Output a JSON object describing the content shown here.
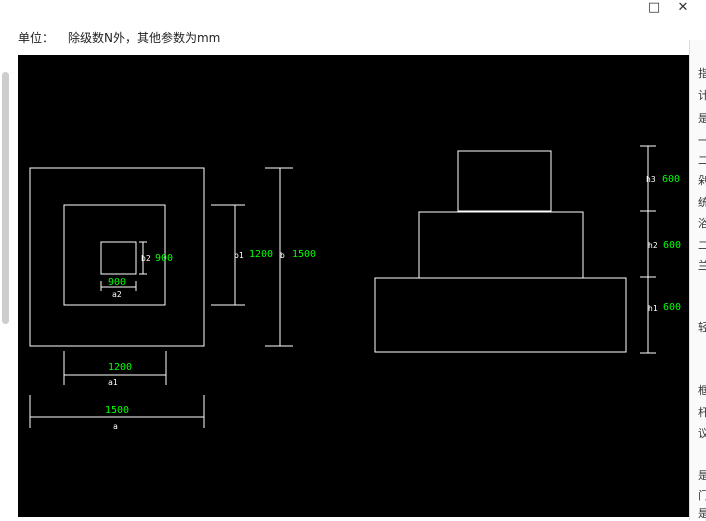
{
  "window": {
    "maximize_glyph": "□",
    "close_glyph": "✕"
  },
  "unit_label": "单位：",
  "unit_text": "除级数N外，其他参数为mm",
  "plan": {
    "b2_label": "b2",
    "b2_value": "900",
    "a2_label": "a2",
    "a2_value": "900",
    "b1_label": "b1",
    "b1_value": "1200",
    "b_label": "b",
    "b_value": "1500",
    "a1_label": "a1",
    "a1_value": "1200",
    "a_label": "a",
    "a_value": "1500"
  },
  "elevation": {
    "h3_label": "h3",
    "h3_value": "600",
    "h2_label": "h2",
    "h2_value": "600",
    "h1_label": "h1",
    "h1_value": "600"
  },
  "right_strip_chars": [
    "指",
    "计",
    "是",
    "一",
    "二",
    "剁",
    "统",
    "浴",
    "二",
    "兰",
    "轻",
    "框",
    "杆",
    "议",
    "是",
    "门",
    "是"
  ]
}
